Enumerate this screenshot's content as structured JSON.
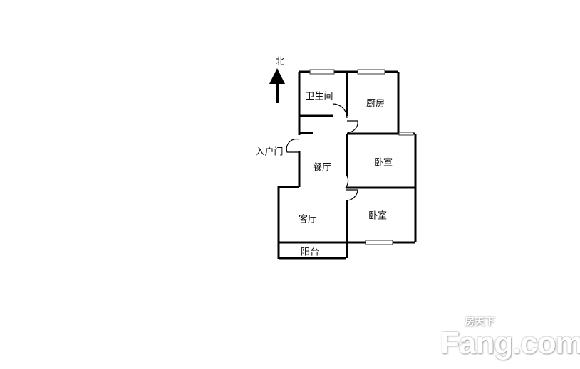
{
  "compass": {
    "label": "北"
  },
  "rooms": {
    "bathroom": "卫生间",
    "kitchen": "厨房",
    "entrance": "入户门",
    "dining": "餐厅",
    "bedroom1": "卧室",
    "bedroom2": "卧室",
    "living": "客厅",
    "balcony": "阳台"
  },
  "watermark": {
    "brand": "Fang.com",
    "chinese": "房天下"
  },
  "colors": {
    "wall": "#000000",
    "background": "#ffffff"
  }
}
